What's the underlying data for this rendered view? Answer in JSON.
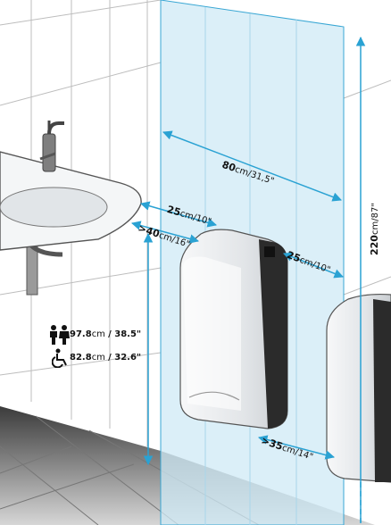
{
  "dimensions": {
    "width_80": {
      "value": "80",
      "unit": "cm/31,5\""
    },
    "left_25": {
      "value": "25",
      "unit": "cm/10\""
    },
    "basin_40": {
      "value": ">40",
      "unit": "cm/16\""
    },
    "right_25": {
      "value": "25",
      "unit": "cm/10\""
    },
    "height_220": {
      "value": "220",
      "unit": "cm/87\""
    },
    "between_35": {
      "value": ">35",
      "unit": "cm/14\""
    }
  },
  "mount_heights": {
    "adult": {
      "value": "97.8",
      "unit": "cm",
      "imperial": "/ 38.5\""
    },
    "accessible": {
      "value": "82.8",
      "unit": "cm",
      "imperial": "/ 32.6\""
    }
  },
  "colors": {
    "zone_fill": "#cfeaf5",
    "zone_stroke": "#3aa7d4",
    "dryer_body": "#e9ecef",
    "dryer_dark": "#2b2b2b"
  },
  "icons": [
    "person-icon",
    "person-icon",
    "wheelchair-icon"
  ]
}
